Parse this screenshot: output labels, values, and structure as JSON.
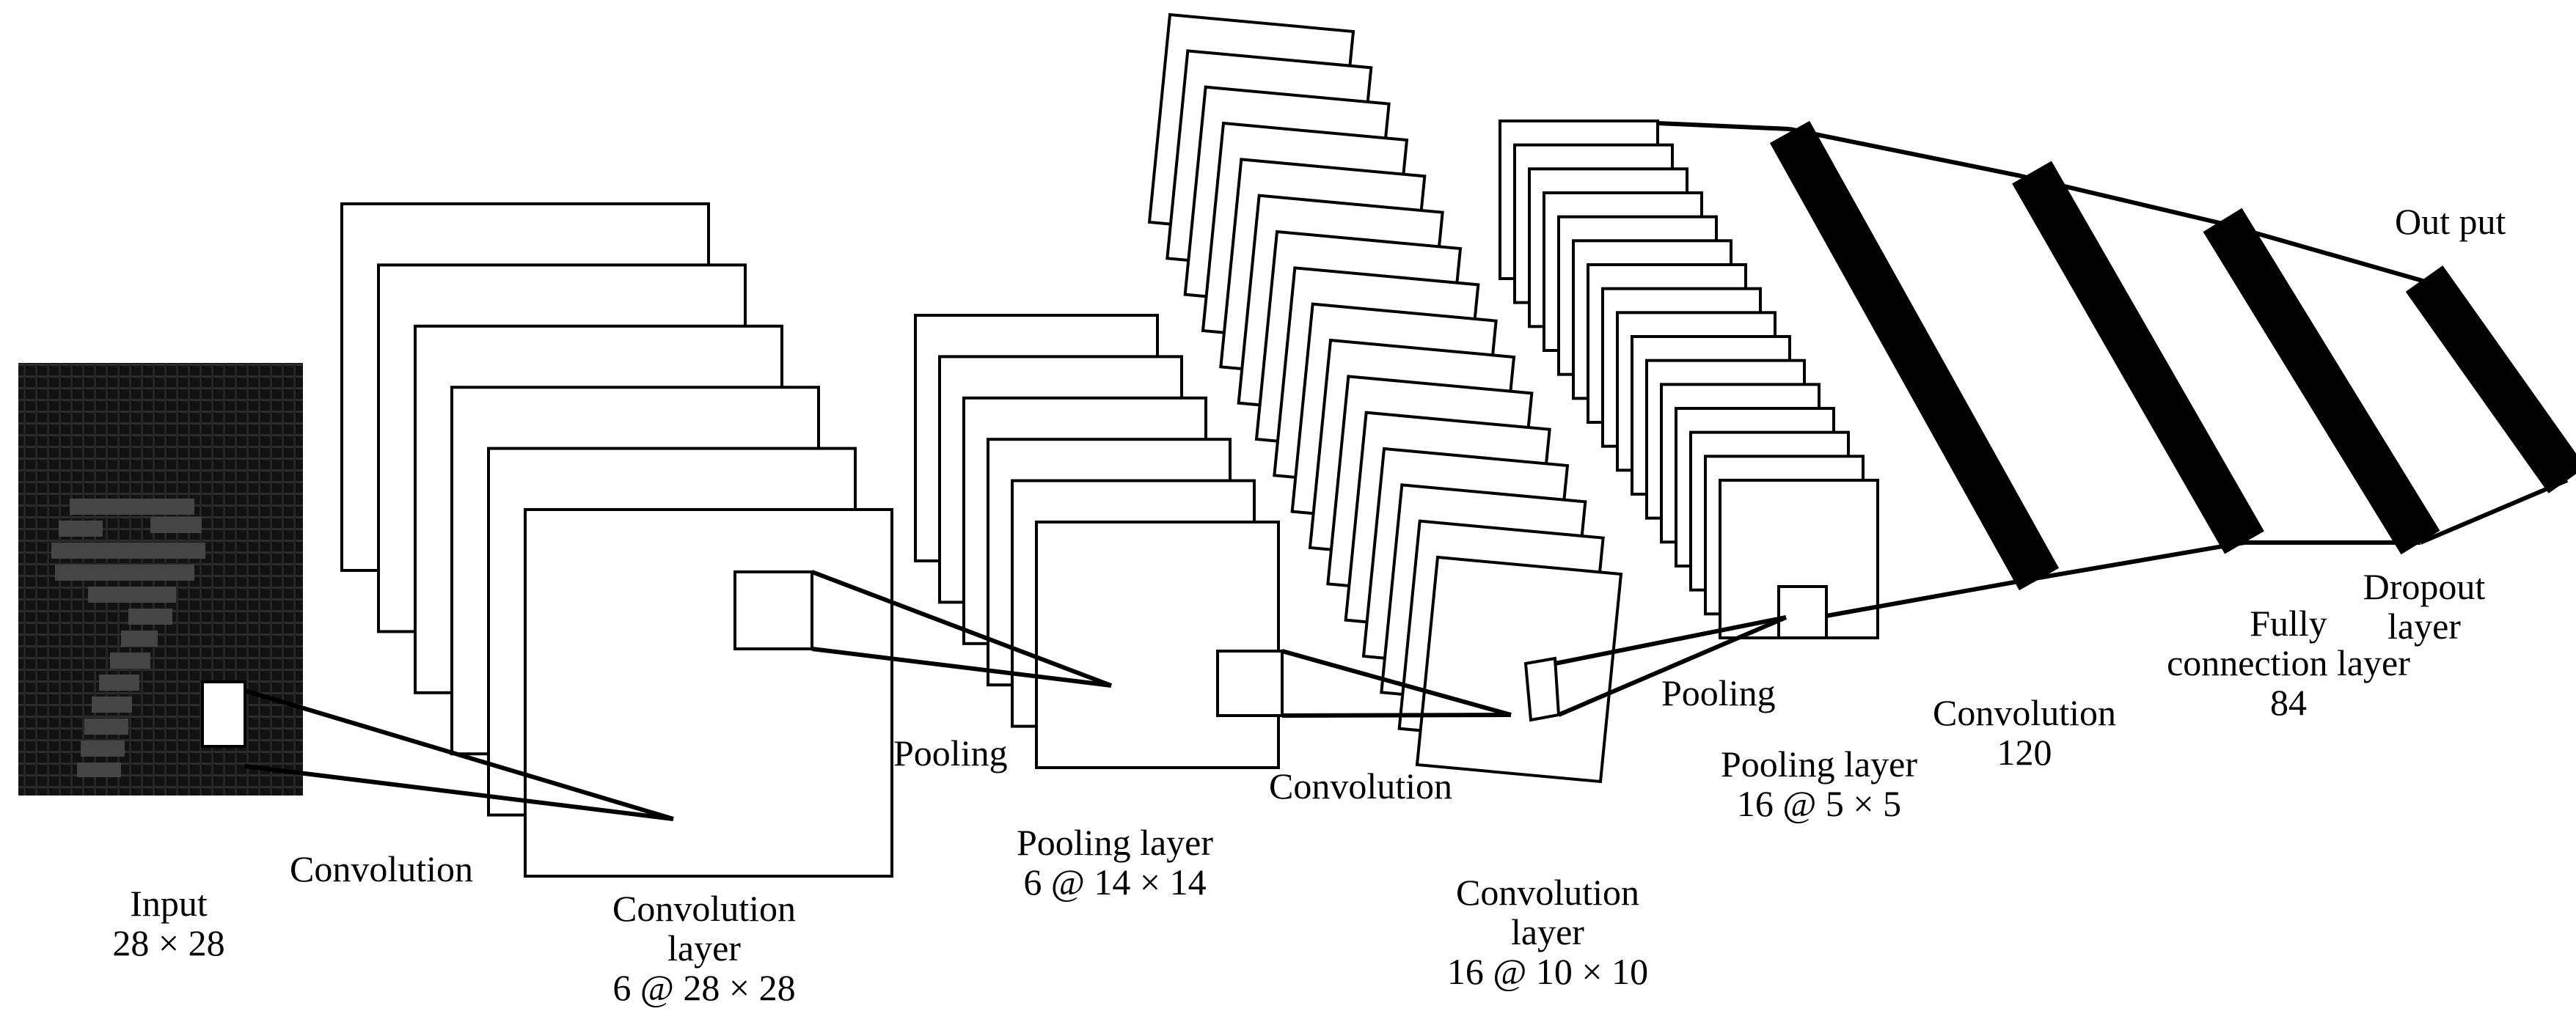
{
  "labels": {
    "input": {
      "name": "Input",
      "size": "28 × 28"
    },
    "convolution_1": "Convolution",
    "conv_layer_1": {
      "line1": "Convolution",
      "line2": "layer",
      "size": "6 @ 28 × 28"
    },
    "pooling_1": "Pooling",
    "pooling_layer_1": {
      "line1": "Pooling layer",
      "size": "6 @ 14 × 14"
    },
    "convolution_2": "Convolution",
    "conv_layer_2": {
      "line1": "Convolution",
      "line2": "layer",
      "size": "16 @ 10 × 10"
    },
    "pooling_2": "Pooling",
    "pooling_layer_2": {
      "line1": "Pooling layer",
      "size": "16 @ 5 × 5"
    },
    "convolution_3": {
      "line1": "Convolution",
      "size": "120"
    },
    "fully_connection": {
      "line1": "Fully",
      "line2": "connection layer",
      "size": "84"
    },
    "dropout": {
      "line1": "Dropout",
      "line2": "layer"
    },
    "output": "Out put"
  },
  "colors": {
    "stroke": "#000000",
    "input_background": "#121212",
    "input_grid": "#2c2c2c",
    "digit": "#4a4a4a"
  },
  "icons": {
    "input": "handwritten-digit-image",
    "feature_maps": "stacked-feature-map-squares",
    "dense_layers": "black-bar-layers"
  }
}
